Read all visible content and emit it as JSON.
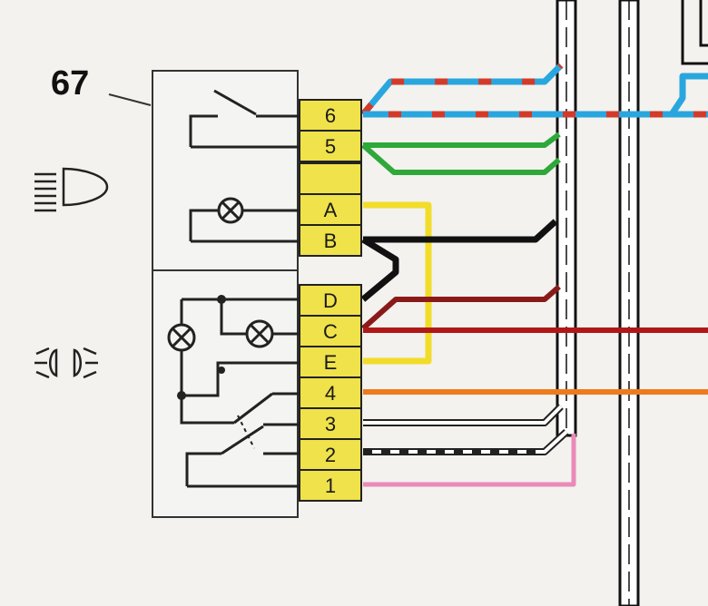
{
  "component": {
    "number": "67"
  },
  "connector_pins": [
    {
      "id": "6",
      "label": "6"
    },
    {
      "id": "5",
      "label": "5"
    },
    {
      "id": "blank",
      "label": ""
    },
    {
      "id": "A",
      "label": "A"
    },
    {
      "id": "B",
      "label": "B"
    },
    {
      "id": "D",
      "label": "D"
    },
    {
      "id": "C",
      "label": "C"
    },
    {
      "id": "E",
      "label": "E"
    },
    {
      "id": "4",
      "label": "4"
    },
    {
      "id": "3",
      "label": "3"
    },
    {
      "id": "2",
      "label": "2"
    },
    {
      "id": "1",
      "label": "1"
    }
  ],
  "icons": {
    "upper": "headlight-icon",
    "lower": "parking-light-icon"
  },
  "colors": {
    "connector": "#f0e24a",
    "blue": "#2aa6de",
    "red_stripe": "#d23a2a",
    "green": "#2ea83a",
    "yellow": "#f2dc2a",
    "black": "#111111",
    "brown": "#8a1a1a",
    "dark_red": "#b01818",
    "orange": "#ee7a1e",
    "pink": "#e98ab8",
    "white_wire_outline": "#222222"
  }
}
